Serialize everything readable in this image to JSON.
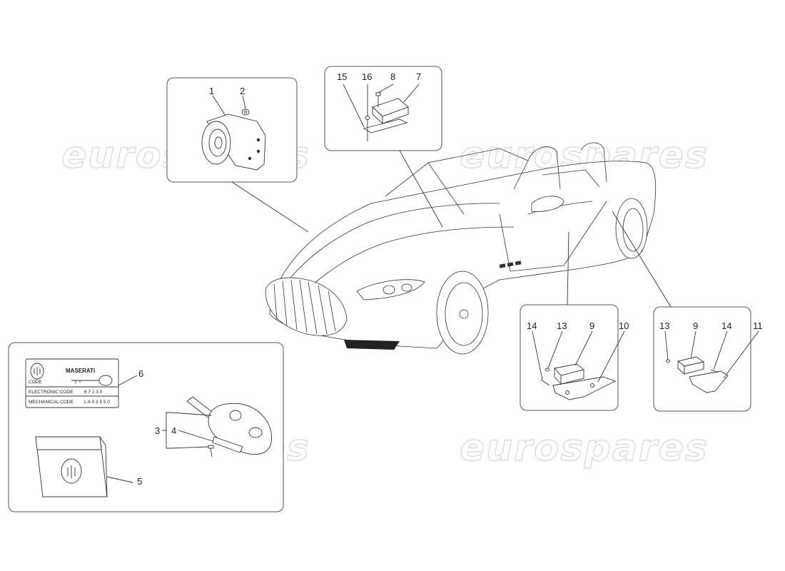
{
  "watermark": {
    "text": "eurospares"
  },
  "callouts": {
    "c1": "1",
    "c2": "2",
    "c3": "3",
    "c4": "4",
    "c5": "5",
    "c6": "6",
    "c7": "7",
    "c8": "8",
    "c15": "15",
    "c16": "16",
    "door_left": {
      "n14": "14",
      "n13": "13",
      "n9": "9",
      "n10": "10"
    },
    "door_right": {
      "n13": "13",
      "n9": "9",
      "n14": "14",
      "n11": "11"
    }
  },
  "code_card": {
    "brand": "MASERATI",
    "code_label": "CODE",
    "electronic_label": "ELECTRONIC CODE",
    "electronic_value": "6 7 2 3 0",
    "mechanical_label": "MECHANICAL CODE",
    "mechanical_value": "L A 0 3 5 5 0"
  },
  "icons": [
    "siren",
    "bracket",
    "control-unit",
    "door-sensor",
    "remote-key",
    "code-card",
    "documents-wallet",
    "maserati-trident"
  ]
}
